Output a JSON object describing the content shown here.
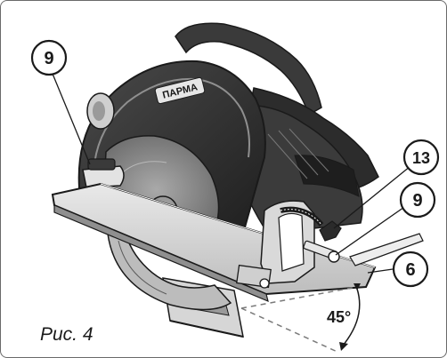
{
  "figure": {
    "caption": "Рис. 4",
    "brand": "ПАРМА",
    "angle": "45°"
  },
  "callouts": [
    {
      "id": "9-top",
      "label": "9"
    },
    {
      "id": "13",
      "label": "13"
    },
    {
      "id": "9-right",
      "label": "9"
    },
    {
      "id": "6",
      "label": "6"
    }
  ],
  "colors": {
    "outline": "#1a1a1a",
    "body_dark": "#2b2b2b",
    "body_mid": "#6e6e6e",
    "body_light": "#cfcfcf",
    "blade": "#8a8a8a",
    "dashed": "#7a7a7a"
  }
}
